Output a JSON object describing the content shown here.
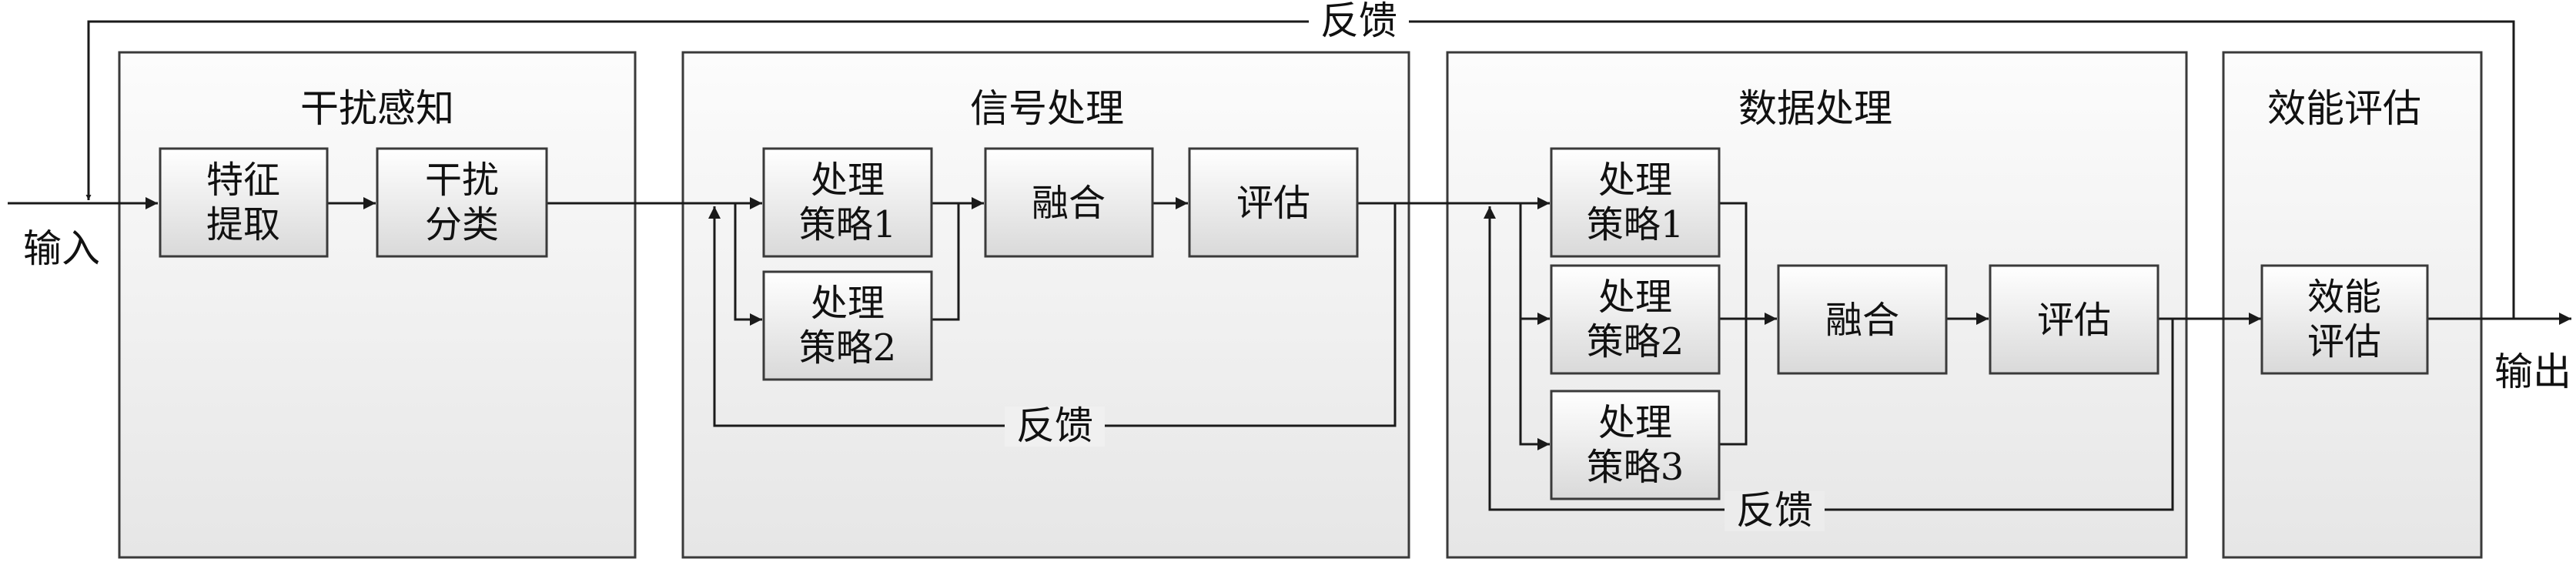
{
  "io": {
    "input": "输入",
    "output": "输出"
  },
  "feedback": {
    "outer": "反馈",
    "signal": "反馈",
    "data": "反馈"
  },
  "stages": {
    "perception": {
      "title": "干扰感知",
      "feature_extract": [
        "特征",
        "提取"
      ],
      "interference_classify": [
        "干扰",
        "分类"
      ]
    },
    "signal": {
      "title": "信号处理",
      "strategy1": [
        "处理",
        "策略1"
      ],
      "strategy2": [
        "处理",
        "策略2"
      ],
      "fusion": "融合",
      "evaluate": "评估"
    },
    "data": {
      "title": "数据处理",
      "strategy1": [
        "处理",
        "策略1"
      ],
      "strategy2": [
        "处理",
        "策略2"
      ],
      "strategy3": [
        "处理",
        "策略3"
      ],
      "fusion": "融合",
      "evaluate": "评估"
    },
    "efficiency": {
      "title": "效能评估",
      "eval": [
        "效能",
        "评估"
      ]
    }
  }
}
